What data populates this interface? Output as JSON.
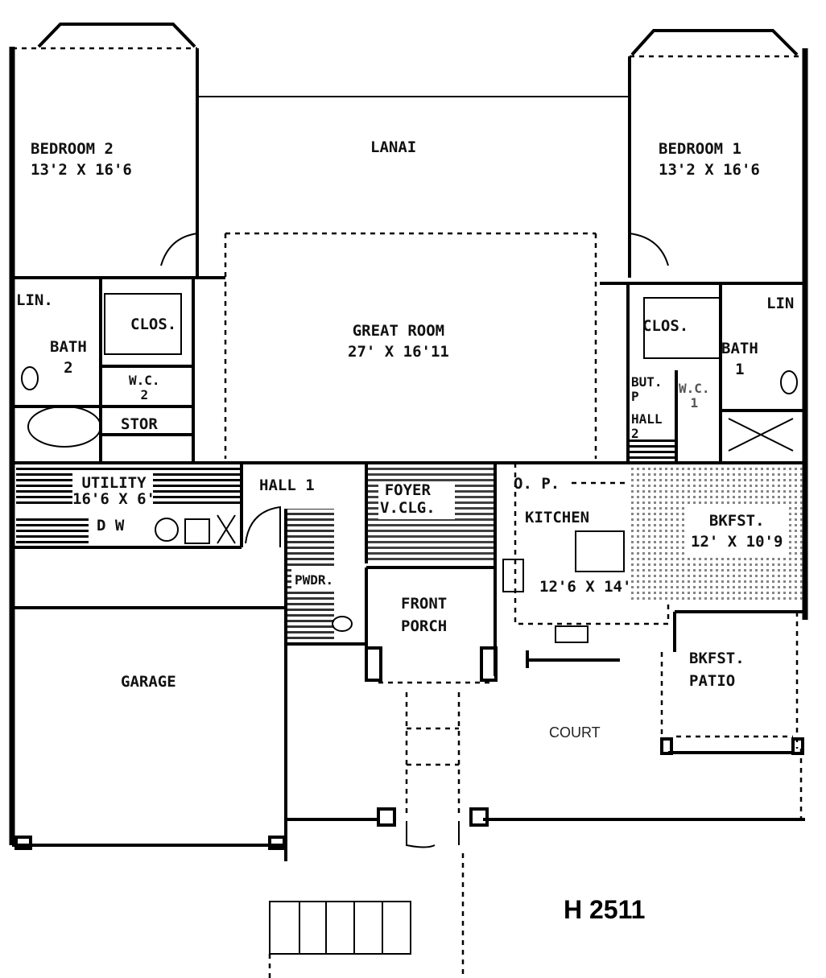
{
  "plan_id": "H 2511",
  "rooms": {
    "bedroom2": {
      "name": "BEDROOM 2",
      "size": "13'2 X 16'6"
    },
    "lanai": {
      "name": "LANAI"
    },
    "bedroom1": {
      "name": "BEDROOM 1",
      "size": "13'2 X 16'6"
    },
    "lin2": {
      "name": "LIN."
    },
    "lin1": {
      "name": "LIN"
    },
    "clos2": {
      "name": "CLOS."
    },
    "clos1": {
      "name": "CLOS."
    },
    "bath2": {
      "name": "BATH",
      "num": "2"
    },
    "bath1": {
      "name": "BATH",
      "num": "1"
    },
    "wc2": {
      "name": "W.C.",
      "num": "2"
    },
    "wc1": {
      "name": "W.C.",
      "num": "1"
    },
    "stor": {
      "name": "STOR"
    },
    "great_room": {
      "name": "GREAT ROOM",
      "size": "27' X 16'11"
    },
    "butp": {
      "name": "BUT.",
      "sub": "P"
    },
    "hall2": {
      "name": "HALL",
      "num": "2"
    },
    "utility": {
      "name": "UTILITY",
      "size": "16'6 X 6'"
    },
    "dw": {
      "name": "D W"
    },
    "hall1": {
      "name": "HALL 1"
    },
    "foyer": {
      "name": "FOYER",
      "sub": "V.CLG."
    },
    "op": {
      "name": "O. P."
    },
    "kitchen": {
      "name": "KITCHEN",
      "size": "12'6 X 14'"
    },
    "bkfst": {
      "name": "BKFST.",
      "size": "12' X 10'9"
    },
    "pwdr": {
      "name": "PWDR."
    },
    "front_porch": {
      "name": "FRONT",
      "sub": "PORCH"
    },
    "garage": {
      "name": "GARAGE"
    },
    "bkfst_patio": {
      "name": "BKFST.",
      "sub": "PATIO"
    },
    "court": {
      "name": "COURT"
    }
  }
}
